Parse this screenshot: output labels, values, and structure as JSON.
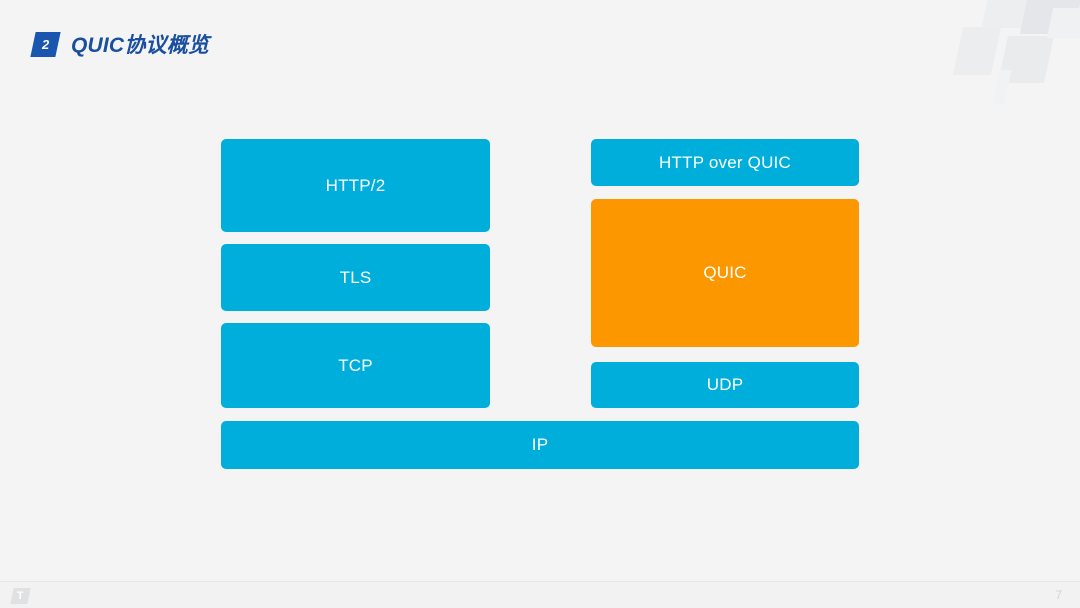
{
  "slide": {
    "page_number": "7",
    "background_color": "#f4f4f4",
    "footer_logo_glyph": "T"
  },
  "header": {
    "badge_number": "2",
    "badge_color": "#1a56b0",
    "title": "QUIC协议概览",
    "title_color": "#1a4fa0"
  },
  "diagram": {
    "type": "protocol-stack-comparison",
    "colors": {
      "cyan": "#00aedb",
      "orange": "#fc9700"
    },
    "left_stack": [
      {
        "label": "HTTP/2",
        "color": "#00aedb"
      },
      {
        "label": "TLS",
        "color": "#00aedb"
      },
      {
        "label": "TCP",
        "color": "#00aedb"
      }
    ],
    "right_stack": [
      {
        "label": "HTTP over QUIC",
        "color": "#00aedb"
      },
      {
        "label": "QUIC",
        "color": "#fc9700"
      },
      {
        "label": "UDP",
        "color": "#00aedb"
      }
    ],
    "base_layer": {
      "label": "IP",
      "color": "#00aedb"
    }
  }
}
